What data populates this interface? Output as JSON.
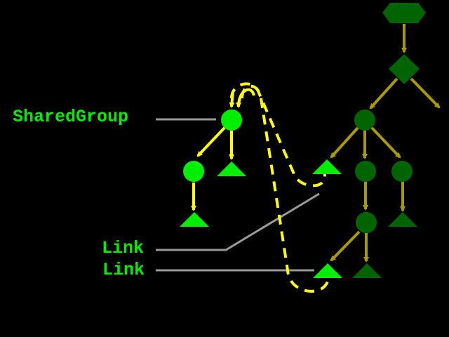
{
  "labels": {
    "shared_group": "SharedGroup",
    "link_1": "Link",
    "link_2": "Link"
  },
  "colors": {
    "background": "#000000",
    "bright_node": "#00ee00",
    "dark_node": "#006400",
    "olive_arrow": "#a89a00",
    "yellow_arrow": "#ffff00",
    "leader_line": "#999999"
  }
}
